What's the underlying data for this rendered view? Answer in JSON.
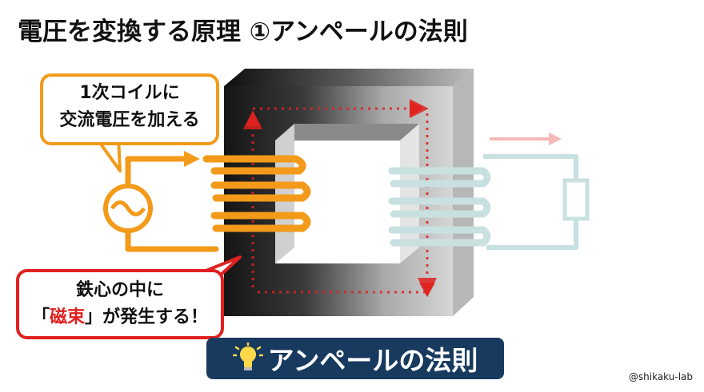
{
  "title": "電圧を変換する原理 ①アンペールの法則",
  "callout_primary": {
    "line1": "1次コイルに",
    "line2": "交流電圧を加える"
  },
  "callout_flux": {
    "line1": "鉄心の中に",
    "bracket_open": "「",
    "highlight": "磁束",
    "bracket_close": "」",
    "rest": "が発生する！"
  },
  "badge": {
    "icon": "lightbulb-icon",
    "text": "アンペールの法則"
  },
  "credit": "@shikaku-lab",
  "colors": {
    "primary": "#f39a1a",
    "flux": "#e0211f",
    "secondary": "#c9e0e0",
    "badge": "#173a5e"
  }
}
